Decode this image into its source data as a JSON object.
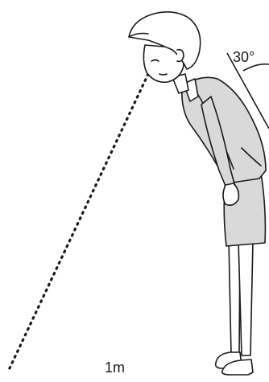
{
  "diagram": {
    "angle_label": "30°",
    "distance_label": "1m",
    "figure": "bowing-woman",
    "colors": {
      "line": "#1a1a1a",
      "skin": "#ffffff",
      "clothing": "#d9d9d9",
      "hair": "#ffffff"
    }
  }
}
